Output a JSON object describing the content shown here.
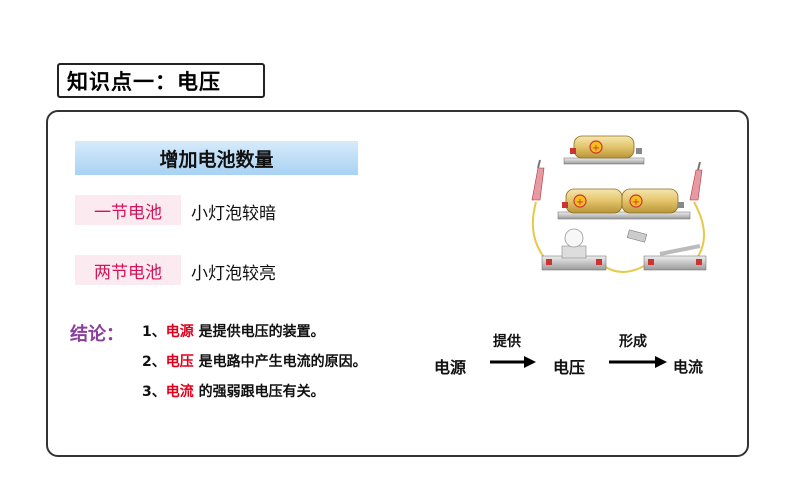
{
  "title": "知识点一：电压",
  "header": "增加电池数量",
  "rows": [
    {
      "label": "一节电池",
      "result": "小灯泡较暗"
    },
    {
      "label": "两节电池",
      "result": "小灯泡较亮"
    }
  ],
  "conclusion": {
    "label": "结论：",
    "items": [
      {
        "num": "1、",
        "key": "电源",
        "rest": " 是提供电压的装置。"
      },
      {
        "num": "2、",
        "key": "电压",
        "rest": " 是电路中产生电流的原因。"
      },
      {
        "num": "3、",
        "key": "电流",
        "rest": " 的强弱跟电压有关。"
      }
    ]
  },
  "flow": {
    "source": "电源",
    "arrow1": "提供",
    "voltage": "电压",
    "arrow2": "形成",
    "current": "电流"
  },
  "colors": {
    "header_bar": "#bfe0f8",
    "pink_label_bg": "#fbeaf0",
    "pink_label_text": "#d4145a",
    "highlight_red": "#e0001b",
    "conclusion_purple": "#8a3e9c"
  }
}
